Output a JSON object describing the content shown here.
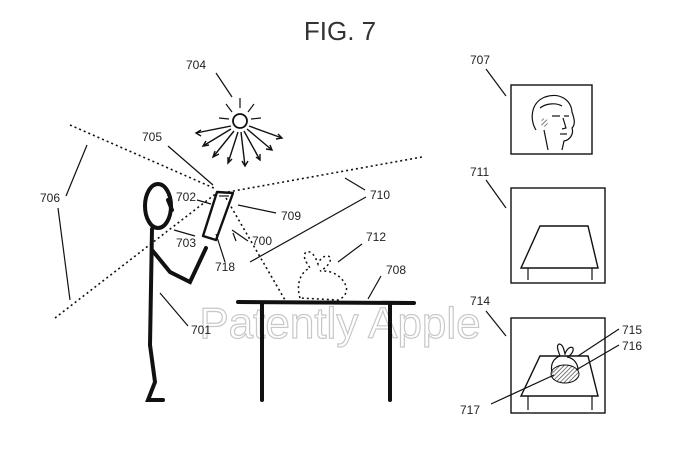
{
  "figure": {
    "title": "FIG. 7",
    "watermark": "Patently Apple"
  },
  "labels": {
    "l700": "700",
    "l701": "701",
    "l702": "702",
    "l703": "703",
    "l704": "704",
    "l705": "705",
    "l706": "706",
    "l707": "707",
    "l708": "708",
    "l709": "709",
    "l710": "710",
    "l711": "711",
    "l712": "712",
    "l714": "714",
    "l715": "715",
    "l716": "716",
    "l717": "717",
    "l718": "718"
  },
  "colors": {
    "ink": "#111111",
    "watermark": "#c8c8c8",
    "hatch": "#444444"
  }
}
